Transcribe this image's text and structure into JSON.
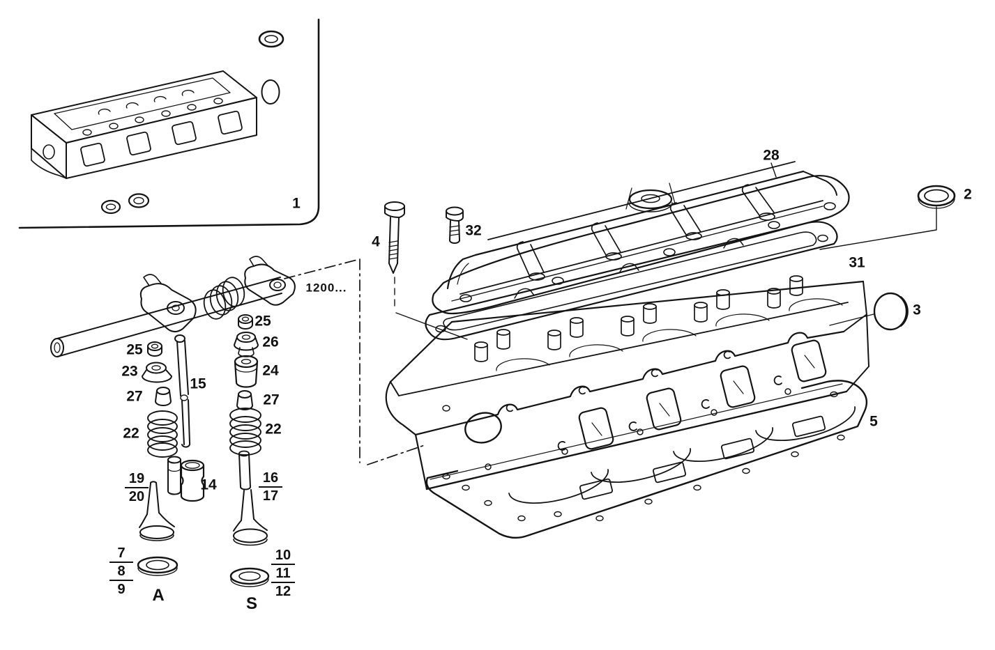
{
  "figure": {
    "type": "exploded-parts-diagram",
    "subject": "engine cylinder head, valve gear, cover and gaskets",
    "ink_color": "#141414",
    "paper_color": "#ffffff",
    "variant_note": "1200...",
    "labels": [
      {
        "id": "1",
        "text": "1"
      },
      {
        "id": "25-left",
        "text": "25"
      },
      {
        "id": "23",
        "text": "23"
      },
      {
        "id": "27-left",
        "text": "27"
      },
      {
        "id": "22-left",
        "text": "22"
      },
      {
        "id": "15",
        "text": "15"
      },
      {
        "id": "14",
        "text": "14"
      },
      {
        "id": "25-right",
        "text": "25"
      },
      {
        "id": "26",
        "text": "26"
      },
      {
        "id": "24",
        "text": "24"
      },
      {
        "id": "27-right",
        "text": "27"
      },
      {
        "id": "22-right",
        "text": "22"
      },
      {
        "id": "4",
        "text": "4"
      },
      {
        "id": "32",
        "text": "32"
      },
      {
        "id": "28",
        "text": "28"
      },
      {
        "id": "31",
        "text": "31"
      },
      {
        "id": "2",
        "text": "2"
      },
      {
        "id": "3",
        "text": "3"
      },
      {
        "id": "5",
        "text": "5"
      },
      {
        "id": "variant",
        "text": "1200..."
      },
      {
        "id": "A",
        "text": "A"
      },
      {
        "id": "S",
        "text": "S"
      }
    ],
    "fractions": [
      {
        "id": "19-20",
        "parts": [
          "19",
          "20"
        ]
      },
      {
        "id": "16-17",
        "parts": [
          "16",
          "17"
        ]
      },
      {
        "id": "7-8-9",
        "parts": [
          "7",
          "8",
          "9"
        ]
      },
      {
        "id": "10-11-12",
        "parts": [
          "10",
          "11",
          "12"
        ]
      }
    ]
  }
}
